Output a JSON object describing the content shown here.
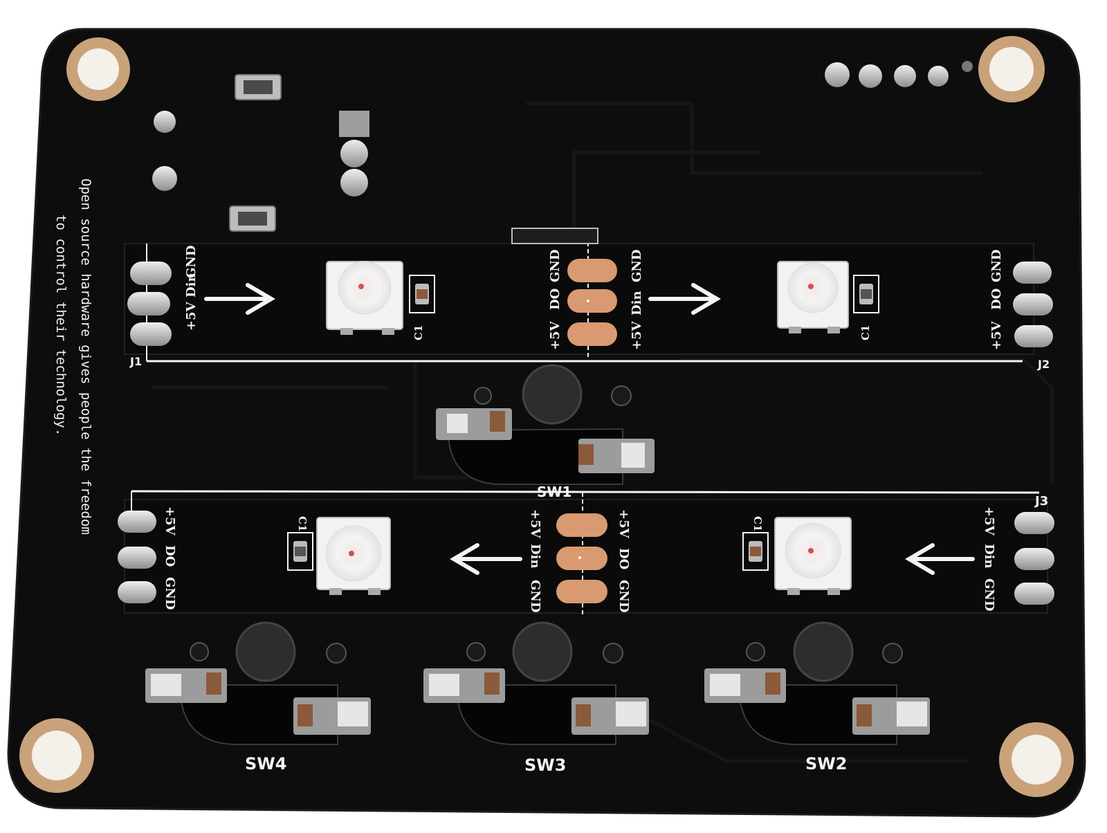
{
  "board": {
    "colors": {
      "pcb": "#0d0d0d",
      "pcb_edge": "#1a1a1a",
      "silkscreen": "#f4f4f4",
      "copper_pad": "#d99a72",
      "mount_ring": "#c9a27a",
      "solder": "#c8c8c8",
      "led_body": "#f2f2f2"
    },
    "side_text_line1": "Open source hardware gives people the freedom",
    "side_text_line2": "to control their technology.",
    "strip_top": {
      "left_connector_label": "J1",
      "right_connector_label": "J2",
      "left_pins": [
        "GND",
        "Din",
        "+5V"
      ],
      "mid_left_pins": [
        "GND",
        "DO",
        "+5V"
      ],
      "mid_right_pins": [
        "GND",
        "Din",
        "+5V"
      ],
      "right_pins": [
        "GND",
        "DO",
        "+5V"
      ],
      "cap_label_1": "C1",
      "cap_label_2": "C1"
    },
    "strip_bottom": {
      "right_connector_label": "J3",
      "left_pins": [
        "+5V",
        "DO",
        "GND"
      ],
      "mid_left_pins": [
        "+5V",
        "Din",
        "GND"
      ],
      "mid_right_pins": [
        "+5V",
        "DO",
        "GND"
      ],
      "right_pins": [
        "+5V",
        "Din",
        "GND"
      ],
      "cap_label_1": "C1",
      "cap_label_2": "C1"
    },
    "switches": {
      "center": "SW1",
      "sw4": "SW4",
      "sw3": "SW3",
      "sw2": "SW2"
    }
  }
}
